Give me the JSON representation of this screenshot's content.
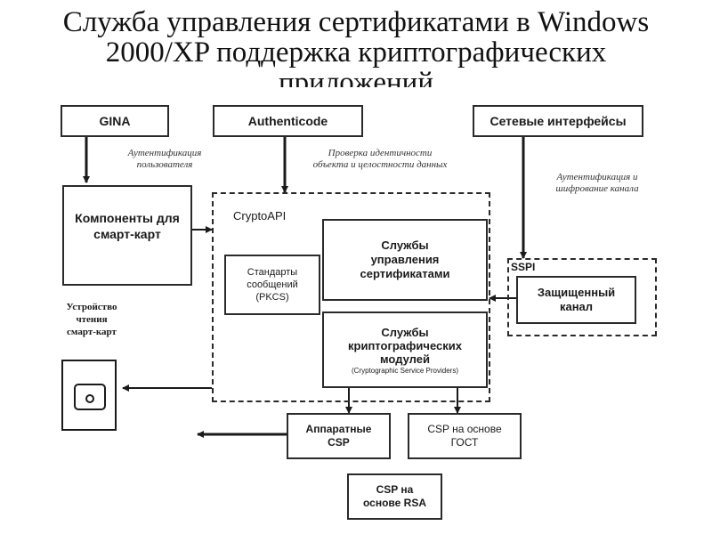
{
  "title": {
    "line1": "Служба управления сертификатами в Windows",
    "line2": "2000/XP поддержка криптографических",
    "line3": "приложений"
  },
  "boxes": {
    "gina": "GINA",
    "authenticode": "Authenticode",
    "network": "Сетевые интерфейсы",
    "smartcard_components": "Компоненты для\nсмарт-карт",
    "cryptoapi_label": "CryptoAPI",
    "cert_services": "Службы\nуправления\nсертификатами",
    "pkcs": "Стандарты\nсообщений\n(PKCS)",
    "csp_modules": "Службы\nкриптографических\nмодулей",
    "csp_modules_sub": "(Cryptographic Service Providers)",
    "sspi_label": "SSPI",
    "secure_channel": "Защищенный\nканал",
    "smartcard_reader": "Устройство\nчтения\nсмарт-карт",
    "hardware_csp": "Аппаратные\nCSP",
    "gost_csp": "CSP на основе\nГОСТ",
    "rsa_csp": "CSP на\nоснове RSA"
  },
  "notes": {
    "user_auth": "Аутентификация\nпользователя",
    "identity_check": "Проверка идентичности\nобъекта и целостности данных",
    "channel_auth": "Аутентификация и\nшифрование канала"
  },
  "icons": {
    "card_reader": "smart-card-reader-icon"
  }
}
